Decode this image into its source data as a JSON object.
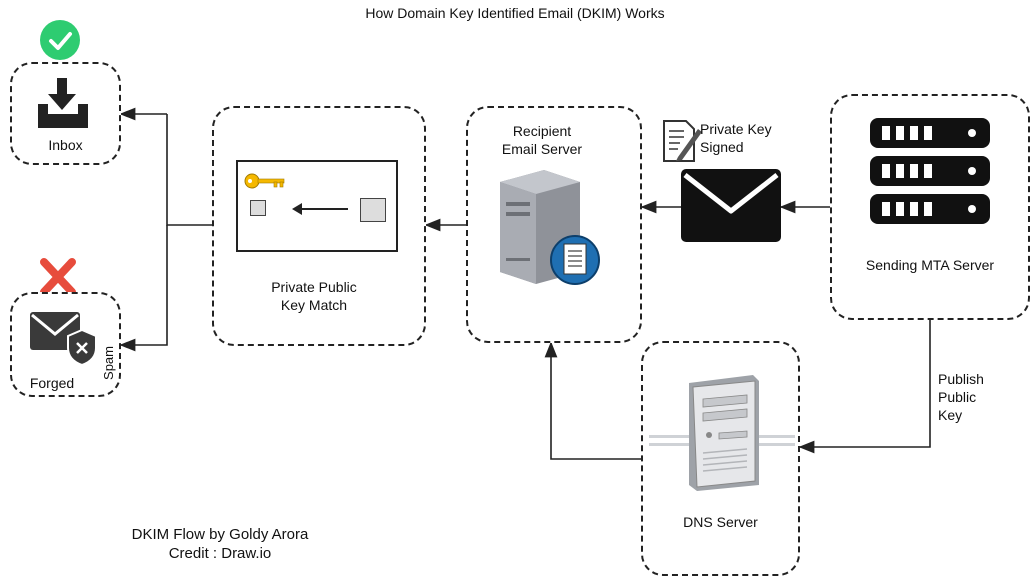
{
  "title": "How Domain Key Identified Email (DKIM) Works",
  "nodes": {
    "inbox": "Inbox",
    "forged": "Forged",
    "spam": "Spam",
    "key_match": "Private Public\nKey Match",
    "recipient": "Recipient\nEmail Server",
    "private_key_signed": "Private Key\nSigned",
    "sending_mta": "Sending MTA Server",
    "publish_public_key": "Publish\nPublic\nKey",
    "dns": "DNS Server"
  },
  "credit": "DKIM Flow by Goldy Arora\nCredit : Draw.io",
  "colors": {
    "check": "#2ecc71",
    "cross": "#e74c3c",
    "key": "#f5b800",
    "server_globe": "#1f6fb2",
    "line": "#222222"
  },
  "icons": [
    "check-icon",
    "inbox-tray-icon",
    "cross-icon",
    "envelope-shield-icon",
    "key-icon",
    "server-tower-icon",
    "document-pen-icon",
    "envelope-icon",
    "server-rack-icon",
    "dns-server-icon"
  ]
}
